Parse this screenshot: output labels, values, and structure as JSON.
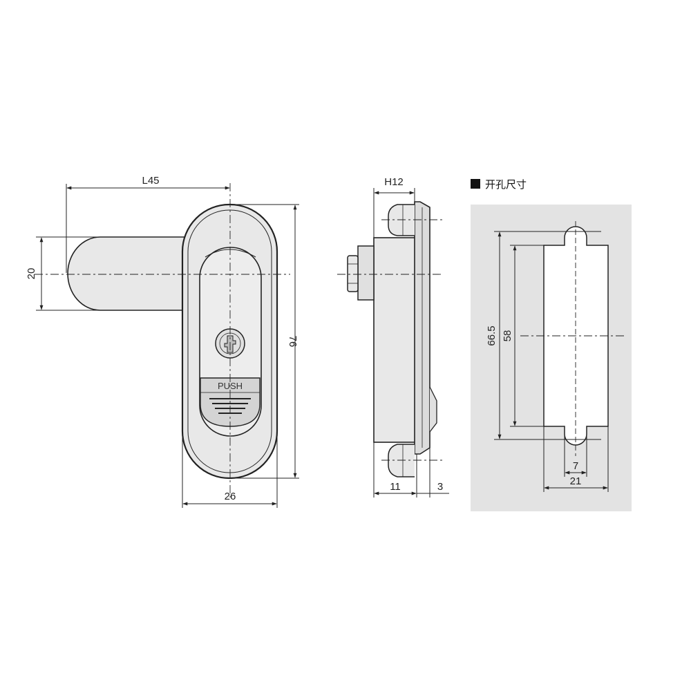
{
  "front_view": {
    "dim_length": "L45",
    "dim_handle_height": "20",
    "dim_body_height": "76",
    "dim_body_width": "26",
    "button_text": "PUSH"
  },
  "side_view": {
    "dim_height": "H12",
    "dim_depth": "11",
    "dim_flange": "3"
  },
  "cutout": {
    "title": "开孔尺寸",
    "dim_total_height": "66.5",
    "dim_body_height": "58",
    "dim_notch_width": "7",
    "dim_width": "21"
  },
  "colors": {
    "line": "#222222",
    "part_fill": "#e8e8e8",
    "panel_bg": "#e3e3e3"
  }
}
